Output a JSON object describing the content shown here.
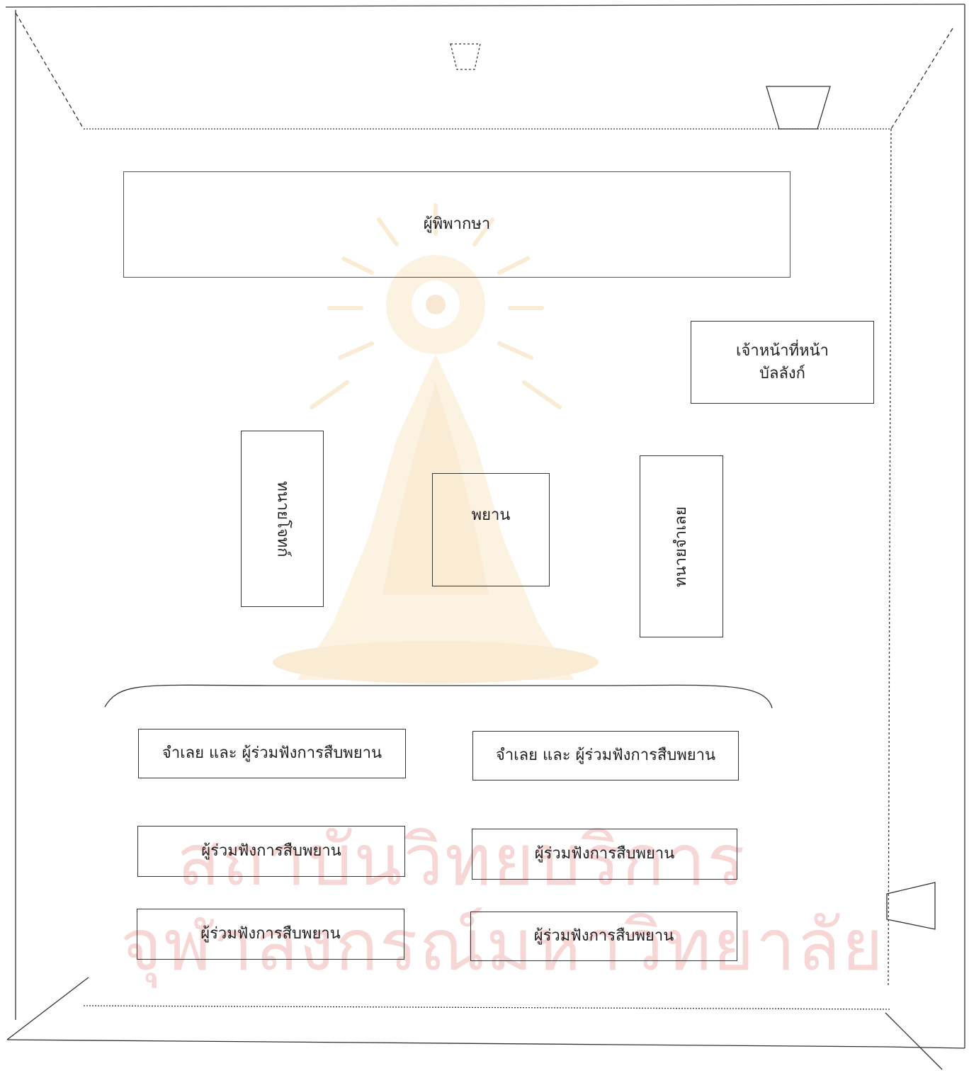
{
  "room": {
    "judge": "ผู้พิพากษา",
    "bench_officer": "เจ้าหน้าที่หน้าบัลลังก์",
    "plaintiff_lawyer": "ทนายโจทก์",
    "witness": "พยาน",
    "defense_lawyer": "ทนายจำเลย",
    "gallery": [
      "จำเลย และ ผู้ร่วมฟังการสืบพยาน",
      "จำเลย และ ผู้ร่วมฟังการสืบพยาน",
      "ผู้ร่วมฟังการสืบพยาน",
      "ผู้ร่วมฟังการสืบพยาน",
      "ผู้ร่วมฟังการสืบพยาน",
      "ผู้ร่วมฟังการสืบพยาน"
    ]
  },
  "watermark": {
    "line1": "สถาบันวิทยบริการ",
    "line2": "จุฬาลงกรณ์มหาวิทยาลัย"
  },
  "colors": {
    "line": "#333333",
    "watermark": "#f7d6d6",
    "emblem": "#fbe9c9"
  }
}
